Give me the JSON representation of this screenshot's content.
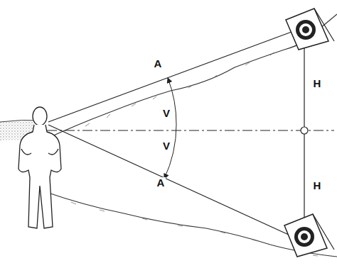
{
  "diagram": {
    "labels": [
      "A",
      "V",
      "H",
      "V",
      "H",
      "A"
    ]
  }
}
